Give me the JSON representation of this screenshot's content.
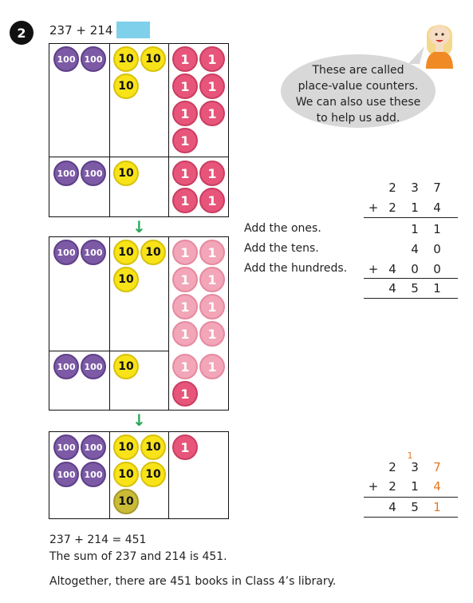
{
  "question": {
    "number": "2",
    "equation": "237 + 214 ="
  },
  "speech_bubble": {
    "lines": [
      "These are called",
      "place-value counters.",
      "We can also use these",
      "to help us add."
    ]
  },
  "counters": {
    "hundred": "100",
    "ten": "10",
    "one": "1"
  },
  "steps": {
    "ones": "Add the ones.",
    "tens": "Add the tens.",
    "hundreds": "Add the hundreds."
  },
  "expanded_method": {
    "row1": [
      "2",
      "3",
      "7"
    ],
    "row2_sign": "+",
    "row2": [
      "2",
      "1",
      "4"
    ],
    "ones_partial": [
      "1",
      "1"
    ],
    "tens_partial": [
      "4",
      "0"
    ],
    "hundreds_sign": "+",
    "hundreds_partial": [
      "4",
      "0",
      "0"
    ],
    "total": [
      "4",
      "5",
      "1"
    ]
  },
  "column_method": {
    "carry": "1",
    "row1": [
      "2",
      "3",
      "7"
    ],
    "row2_sign": "+",
    "row2": [
      "2",
      "1",
      "4"
    ],
    "total": [
      "4",
      "5",
      "1"
    ],
    "highlight_color": "#e87722"
  },
  "conclusion": {
    "line1": "237 + 214 = 451",
    "line2": "The sum of 237 and 214 is 451.",
    "line3": "Altogether, there are 451 books in Class 4’s library."
  },
  "colors": {
    "hundred_counter": "#7c5aa5",
    "ten_counter": "#f7e318",
    "one_counter": "#e8557a",
    "answer_box": "#7fd0ea",
    "arrow": "#28a85a"
  }
}
